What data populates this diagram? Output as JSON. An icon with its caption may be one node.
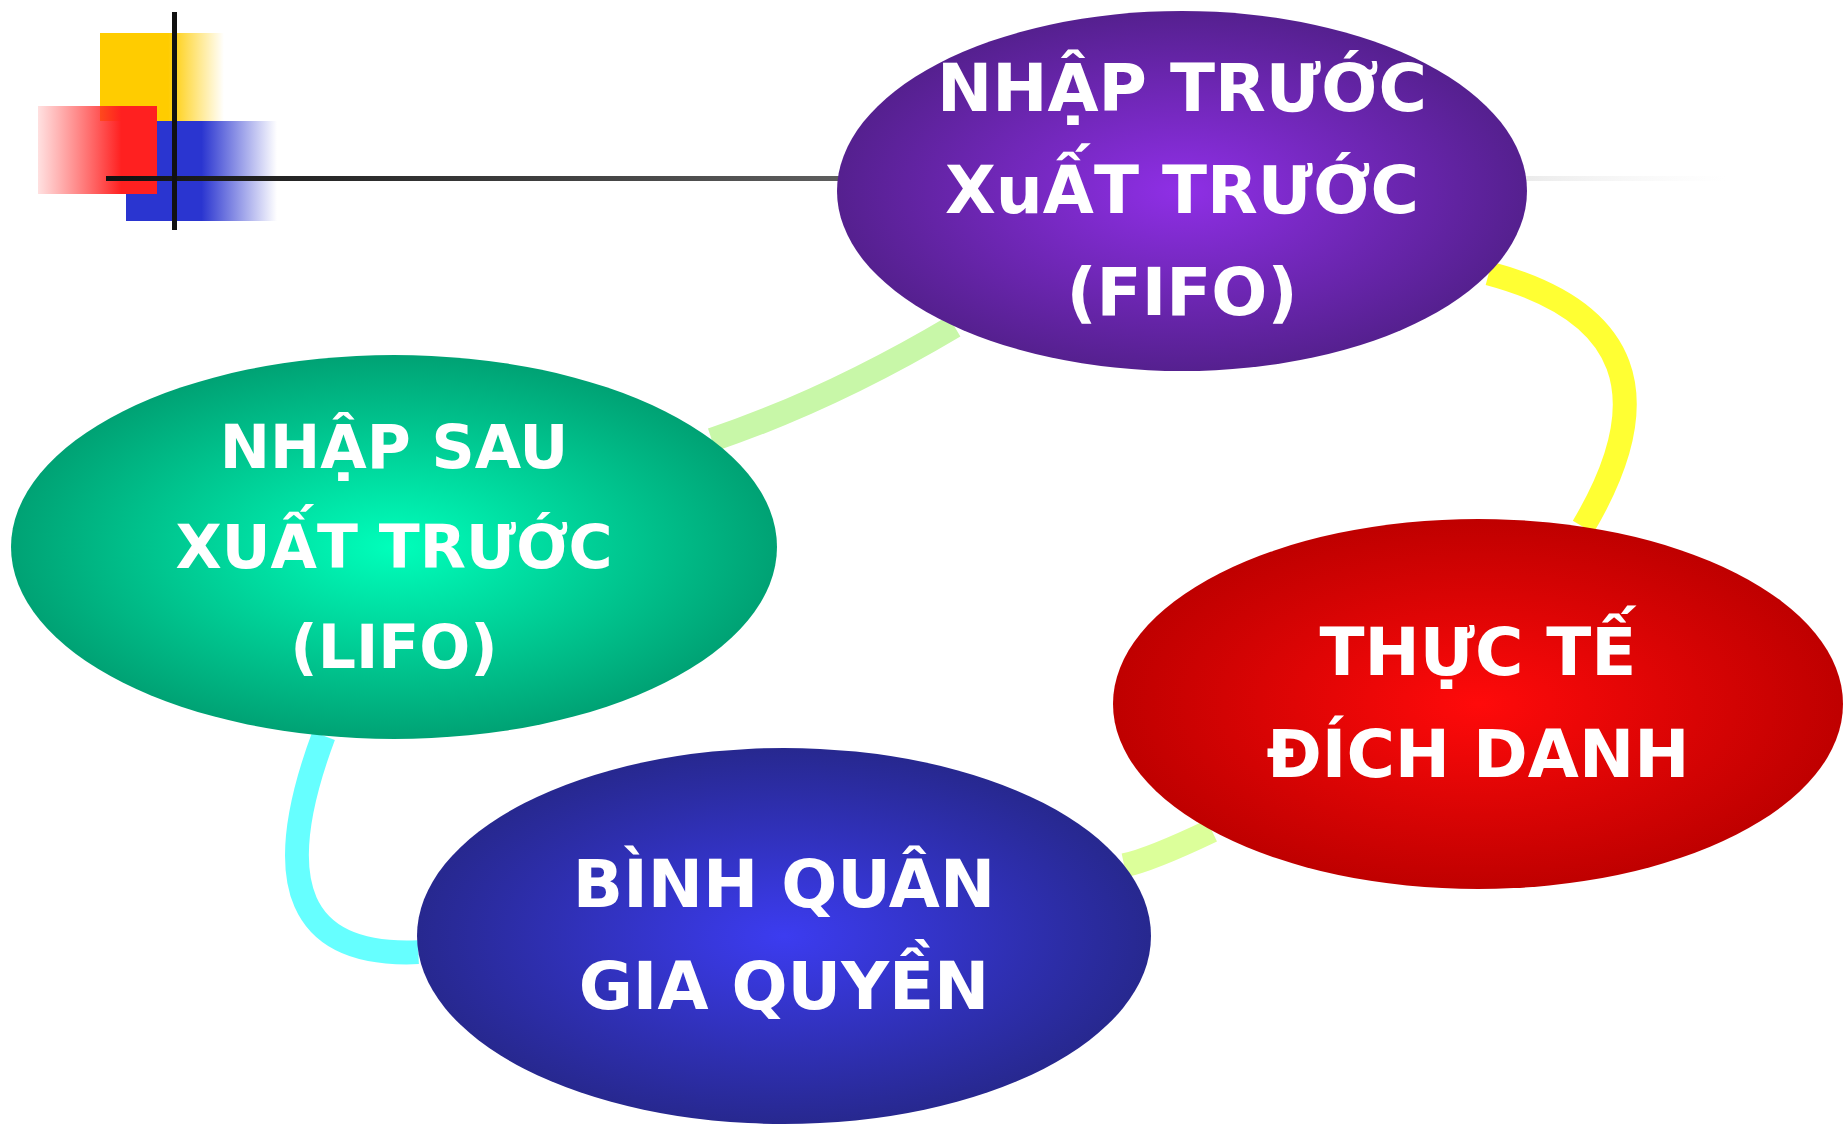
{
  "diagram": {
    "nodes": [
      {
        "text": [
          "NHẬP TRƯỚC XuẤT TRƯỚC (FIFO)"
        ]
      },
      {
        "text": [
          "NHẬP SAU XUẤT TRƯỚC (LIFO)"
        ]
      },
      {
        "text": [
          "THỰC TẾ ĐÍCH DANH"
        ]
      },
      {
        "text": [
          "BÌNH QUÂN GIA QUYỀN"
        ]
      }
    ],
    "edges": [
      {
        "from": 0,
        "to": 1,
        "arrow": "none",
        "color": "#c8f7a8"
      },
      {
        "from": 0,
        "to": 2,
        "arrow": "none",
        "color": "#ffff33"
      },
      {
        "from": 2,
        "to": 3,
        "arrow": "none",
        "color": "#dcff9a"
      },
      {
        "from": 1,
        "to": 3,
        "arrow": "none",
        "color": "#66ffff"
      }
    ]
  }
}
